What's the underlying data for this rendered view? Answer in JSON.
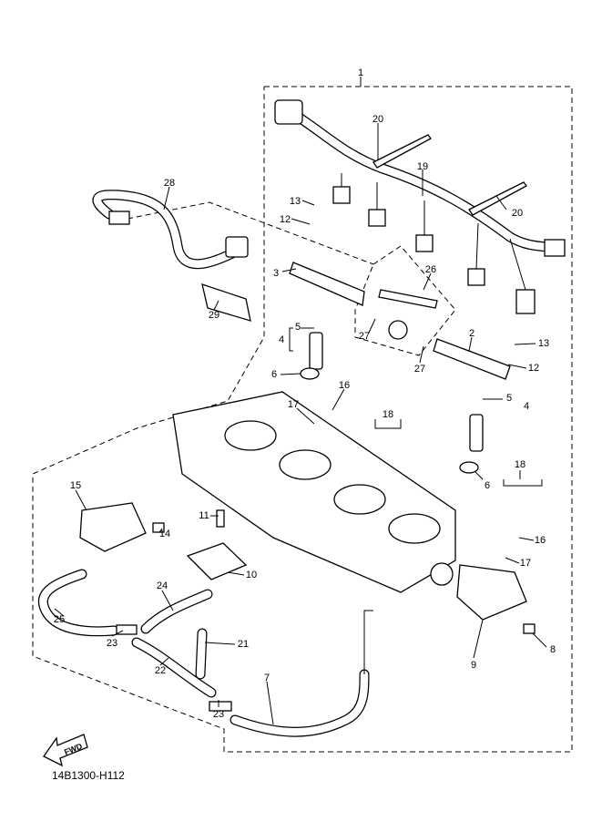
{
  "diagram": {
    "callouts": [
      "1",
      "20",
      "19",
      "20",
      "28",
      "13",
      "12",
      "3",
      "26",
      "29",
      "5",
      "4",
      "27",
      "2",
      "13",
      "27",
      "12",
      "6",
      "16",
      "17",
      "18",
      "5",
      "4",
      "18",
      "6",
      "15",
      "11",
      "16",
      "17",
      "14",
      "10",
      "24",
      "21",
      "25",
      "8",
      "9",
      "23",
      "22",
      "23",
      "7"
    ],
    "fwd_label": "FWD",
    "drawing_code": "14B1300-H112"
  }
}
